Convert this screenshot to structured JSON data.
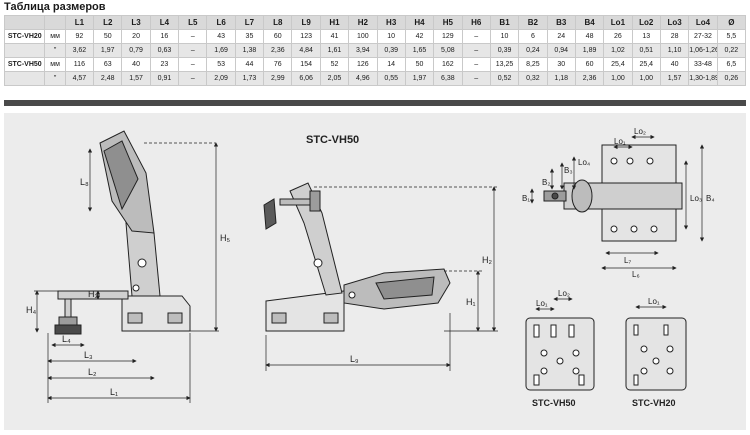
{
  "title": "Таблица размеров",
  "table": {
    "headers": [
      "",
      "",
      "L1",
      "L2",
      "L3",
      "L4",
      "L5",
      "L6",
      "L7",
      "L8",
      "L9",
      "H1",
      "H2",
      "H3",
      "H4",
      "H5",
      "H6",
      "B1",
      "B2",
      "B3",
      "B4",
      "Lo1",
      "Lo2",
      "Lo3",
      "Lo4",
      "Ø"
    ],
    "rows": [
      {
        "model": "STC-VH20",
        "unit": "мм",
        "values": [
          "92",
          "50",
          "20",
          "16",
          "–",
          "43",
          "35",
          "60",
          "123",
          "41",
          "100",
          "10",
          "42",
          "129",
          "–",
          "10",
          "6",
          "24",
          "48",
          "26",
          "13",
          "28",
          "27-32",
          "5,5"
        ]
      },
      {
        "model": "",
        "unit": "\"",
        "values": [
          "3,62",
          "1,97",
          "0,79",
          "0,63",
          "–",
          "1,69",
          "1,38",
          "2,36",
          "4,84",
          "1,61",
          "3,94",
          "0,39",
          "1,65",
          "5,08",
          "–",
          "0,39",
          "0,24",
          "0,94",
          "1,89",
          "1,02",
          "0,51",
          "1,10",
          "1,06-1,26",
          "0,22"
        ]
      },
      {
        "model": "STC-VH50",
        "unit": "мм",
        "values": [
          "116",
          "63",
          "40",
          "23",
          "–",
          "53",
          "44",
          "76",
          "154",
          "52",
          "126",
          "14",
          "50",
          "162",
          "–",
          "13,25",
          "8,25",
          "30",
          "60",
          "25,4",
          "25,4",
          "40",
          "33-48",
          "6,5"
        ]
      },
      {
        "model": "",
        "unit": "\"",
        "values": [
          "4,57",
          "2,48",
          "1,57",
          "0,91",
          "–",
          "2,09",
          "1,73",
          "2,99",
          "6,06",
          "2,05",
          "4,96",
          "0,55",
          "1,97",
          "6,38",
          "–",
          "0,52",
          "0,32",
          "1,18",
          "2,36",
          "1,00",
          "1,00",
          "1,57",
          "1,30-1,89",
          "0,26"
        ]
      }
    ]
  },
  "drawing": {
    "main_label": "STC-VH50",
    "plate_label_left": "STC-VH50",
    "plate_label_right": "STC-VH20",
    "dims": {
      "L1": "L₁",
      "L2": "L₂",
      "L3": "L₃",
      "L4": "L₄",
      "L6": "L₆",
      "L7": "L₇",
      "L8": "L₈",
      "L9": "L₉",
      "H1": "H₁",
      "H2": "H₂",
      "H3": "H₃",
      "H4": "H₄",
      "H5": "H₅",
      "B1": "B₁",
      "B2": "B₂",
      "B3": "B₃",
      "B4": "B₄",
      "Lo1": "Lo₁",
      "Lo2": "Lo₂",
      "Lo3": "Lo₃",
      "Lo4": "Lo₄"
    }
  }
}
